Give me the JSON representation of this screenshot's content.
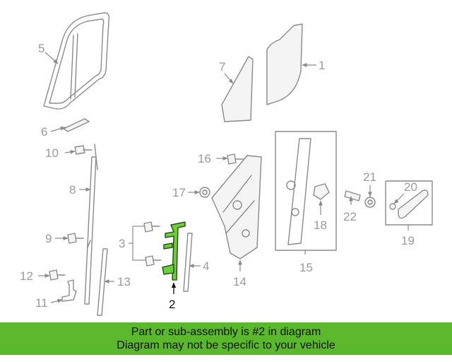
{
  "diagram": {
    "callouts": [
      "1",
      "2",
      "3",
      "4",
      "5",
      "6",
      "7",
      "8",
      "9",
      "10",
      "11",
      "12",
      "13",
      "14",
      "15",
      "16",
      "17",
      "18",
      "19",
      "20",
      "21",
      "22"
    ],
    "highlighted_callout": "2",
    "colors": {
      "highlight": "#6ecb3c",
      "banner": "#5bb82d",
      "line_art": "#8a8a8a"
    }
  },
  "banner": {
    "line1": "Part or sub-assembly is #2 in diagram",
    "line2": "Diagram may not be specific to your vehicle"
  }
}
